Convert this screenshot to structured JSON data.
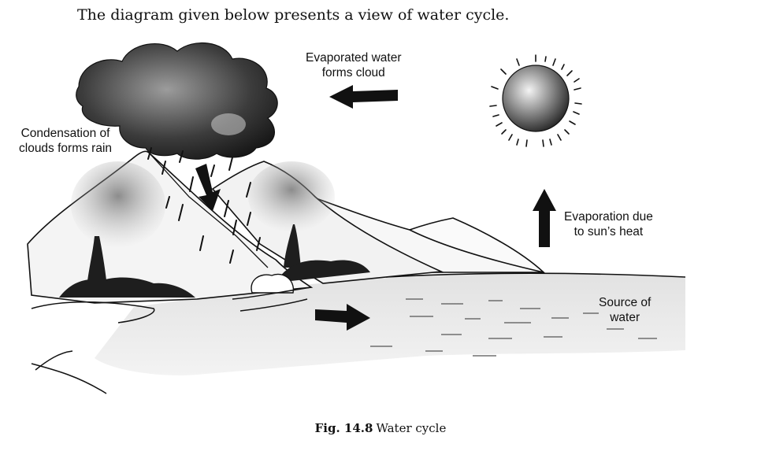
{
  "intro": "The diagram given below presents a view of water cycle.",
  "labels": {
    "evaporated": [
      "Evaporated water",
      "forms cloud"
    ],
    "condensation": [
      "Condensation of",
      "clouds forms rain"
    ],
    "evaporation": [
      "Evaporation due",
      "to sun’s heat"
    ],
    "source": [
      "Source of",
      "water"
    ]
  },
  "caption": {
    "number": "Fig. 14.8",
    "title": "Water cycle"
  },
  "icons": {
    "sun": "sun-icon",
    "cloud": "rain-cloud-icon"
  },
  "colors": {
    "ink": "#111111",
    "shade": "#8a8a8a",
    "water": "#d9d9d9"
  }
}
